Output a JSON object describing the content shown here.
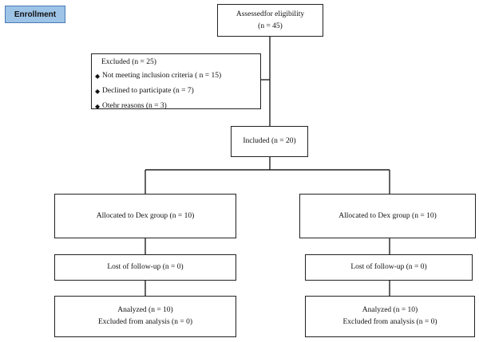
{
  "enrollment_label": "Enrollment",
  "assessed": {
    "line1": "Assessedfor eligibility",
    "line2": "(n = 45)"
  },
  "excluded": {
    "title": "Excluded (n = 25)",
    "items": [
      "Not meeting inclusion criteria ( n = 15)",
      "Declined to participate (n = 7)",
      "Otehr reasons (n = 3)"
    ],
    "bullet_icon": "diamond-bullet-icon"
  },
  "included": {
    "label": "Included (n = 20)"
  },
  "left_arm": {
    "allocated": "Allocated to Dex group (n = 10)",
    "followup": "Lost of follow-up (n = 0)",
    "analyzed": "Analyzed (n = 10)",
    "excluded_analysis": "Excluded from analysis (n = 0)"
  },
  "right_arm": {
    "allocated": "Allocated to Dex group (n = 10)",
    "followup": "Lost of follow-up (n = 0)",
    "analyzed": "Analyzed (n = 10)",
    "excluded_analysis": "Excluded from analysis (n = 0)"
  },
  "colors": {
    "tag_fill": "#9dc3e6",
    "tag_border": "#4a7ab7",
    "line": "#222222"
  }
}
